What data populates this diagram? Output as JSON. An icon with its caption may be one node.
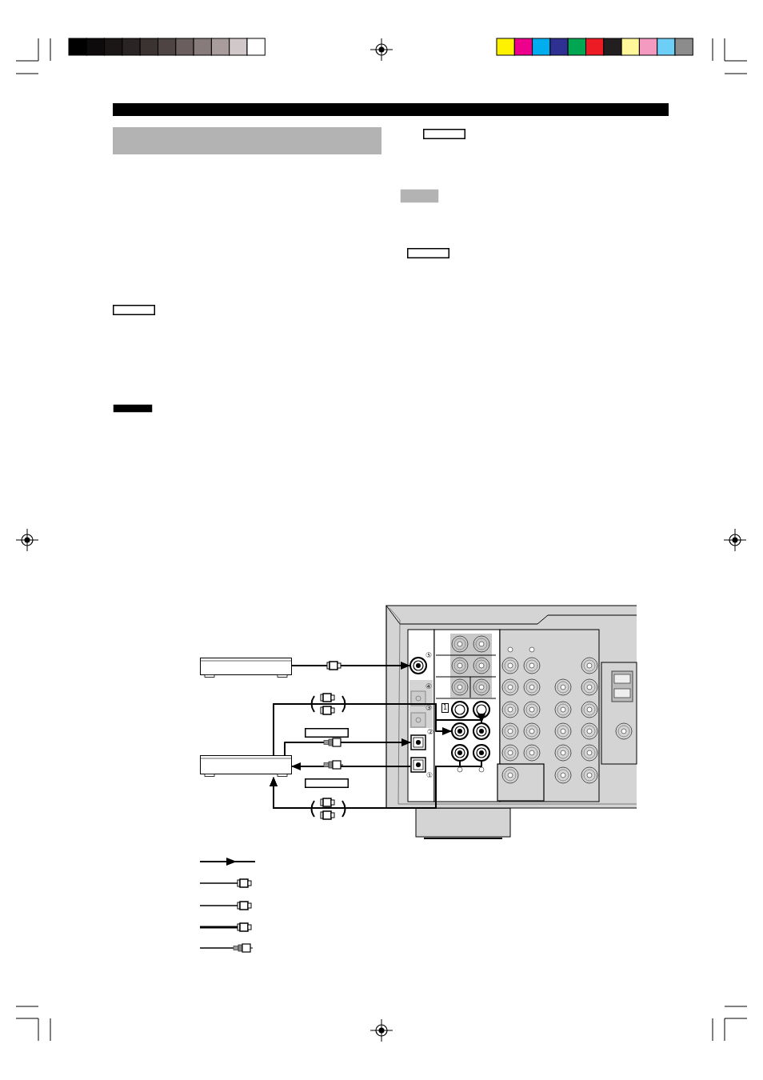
{
  "diagram": {
    "nodes": [
      {
        "text": [],
        "shape": "bar"
      },
      {
        "text": [],
        "shape": "bar"
      },
      {
        "text": [],
        "shape": "box"
      },
      {
        "text": [],
        "shape": "box"
      },
      {
        "text": [],
        "shape": "box"
      },
      {
        "text": [],
        "shape": "box"
      },
      {
        "text": [],
        "shape": "box"
      },
      {
        "text": [],
        "shape": "box"
      },
      {
        "text": [],
        "shape": "box"
      },
      {
        "text": [],
        "shape": "box"
      },
      {
        "text": [],
        "shape": "box"
      },
      {
        "text": [],
        "shape": "picture"
      },
      {
        "text": [],
        "shape": "circle",
        "in": 11,
        "beside": [
          "⑤"
        ]
      },
      {
        "text": [],
        "shape": "circle",
        "in": 11
      },
      {
        "text": [],
        "shape": "circle",
        "in": 11
      },
      {
        "text": [],
        "shape": "box",
        "in": 11,
        "beside": [
          "②"
        ]
      },
      {
        "text": [],
        "shape": "circle",
        "in": 11
      },
      {
        "text": [],
        "shape": "circle",
        "in": 11
      },
      {
        "text": [],
        "shape": "box",
        "in": 11,
        "beside": [
          "①"
        ]
      },
      {
        "text": [],
        "shape": "circle",
        "in": 11
      },
      {
        "text": [],
        "shape": "circle",
        "in": 11
      }
    ],
    "edges": [
      {
        "from": 7,
        "to": 12,
        "arrow": "to"
      },
      {
        "from": 9,
        "to": 16,
        "arrow": "to"
      },
      {
        "from": 9,
        "to": 17,
        "arrow": "to"
      },
      {
        "from": 9,
        "to": 15,
        "arrow": "to"
      },
      {
        "from": 18,
        "to": 9,
        "arrow": "to"
      },
      {
        "from": 19,
        "to": 9,
        "arrow": "to"
      },
      {
        "from": 20,
        "to": 9,
        "arrow": "to"
      }
    ],
    "labels": [
      "④",
      "③",
      "1"
    ]
  }
}
